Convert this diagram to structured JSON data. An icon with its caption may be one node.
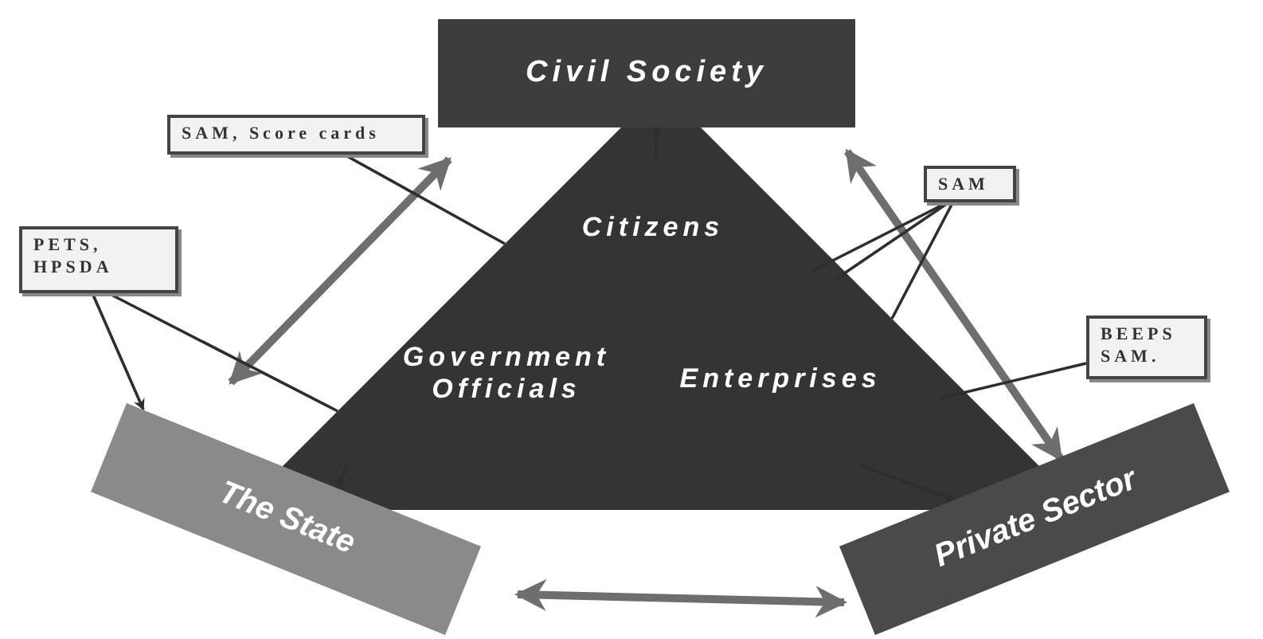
{
  "diagram": {
    "nodes": [
      {
        "text": [
          "Civil Society"
        ]
      },
      {
        "text": [
          "Citizens",
          "Government Officials",
          "Enterprises"
        ]
      },
      {
        "text": [
          "The State"
        ]
      },
      {
        "text": [
          "Private Sector"
        ]
      },
      {
        "text": [
          "SAM, Score cards"
        ]
      },
      {
        "text": [
          "PETS, HPSDA"
        ]
      },
      {
        "text": [
          "SAM"
        ]
      },
      {
        "text": [
          "BEEPS SAM."
        ]
      }
    ],
    "edges": [
      {
        "from": 2,
        "to": 0,
        "arrow": "both",
        "style": "thick",
        "color": "#6e6e6e"
      },
      {
        "from": 0,
        "to": 3,
        "arrow": "both",
        "style": "thick",
        "color": "#6e6e6e"
      },
      {
        "from": 2,
        "to": 3,
        "arrow": "both",
        "style": "thick",
        "color": "#6e6e6e"
      },
      {
        "from": 1,
        "to": 0,
        "arrow": "to"
      },
      {
        "from": 4,
        "to": 1,
        "arrow": "none"
      },
      {
        "from": 5,
        "to": 2,
        "arrow": "to"
      },
      {
        "from": 5,
        "to": 1,
        "arrow": "none"
      },
      {
        "from": 6,
        "to": 1,
        "arrow": "none"
      },
      {
        "from": 6,
        "to": 1,
        "arrow": "none"
      },
      {
        "from": 6,
        "to": 1,
        "arrow": "none"
      },
      {
        "from": 7,
        "to": 1,
        "arrow": "none"
      },
      {
        "from": 1,
        "to": 3,
        "arrow": "to"
      },
      {
        "from": 1,
        "to": 2,
        "arrow": "to"
      }
    ]
  }
}
